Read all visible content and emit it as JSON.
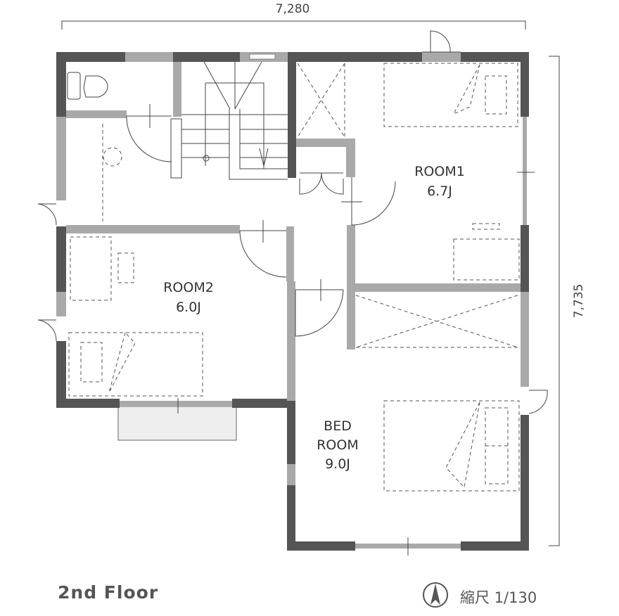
{
  "dimensions": {
    "width": "7,280",
    "depth": "7,735"
  },
  "rooms": [
    {
      "name": "ROOM1",
      "size": "6.7J"
    },
    {
      "name": "ROOM2",
      "size": "6.0J"
    },
    {
      "name_line1": "BED",
      "name_line2": "ROOM",
      "size": "9.0J"
    }
  ],
  "floor_label": "2nd Floor",
  "scale_label": "縮尺 1/130",
  "icons": [
    "north-arrow-icon",
    "toilet-icon",
    "stairs-icon"
  ]
}
